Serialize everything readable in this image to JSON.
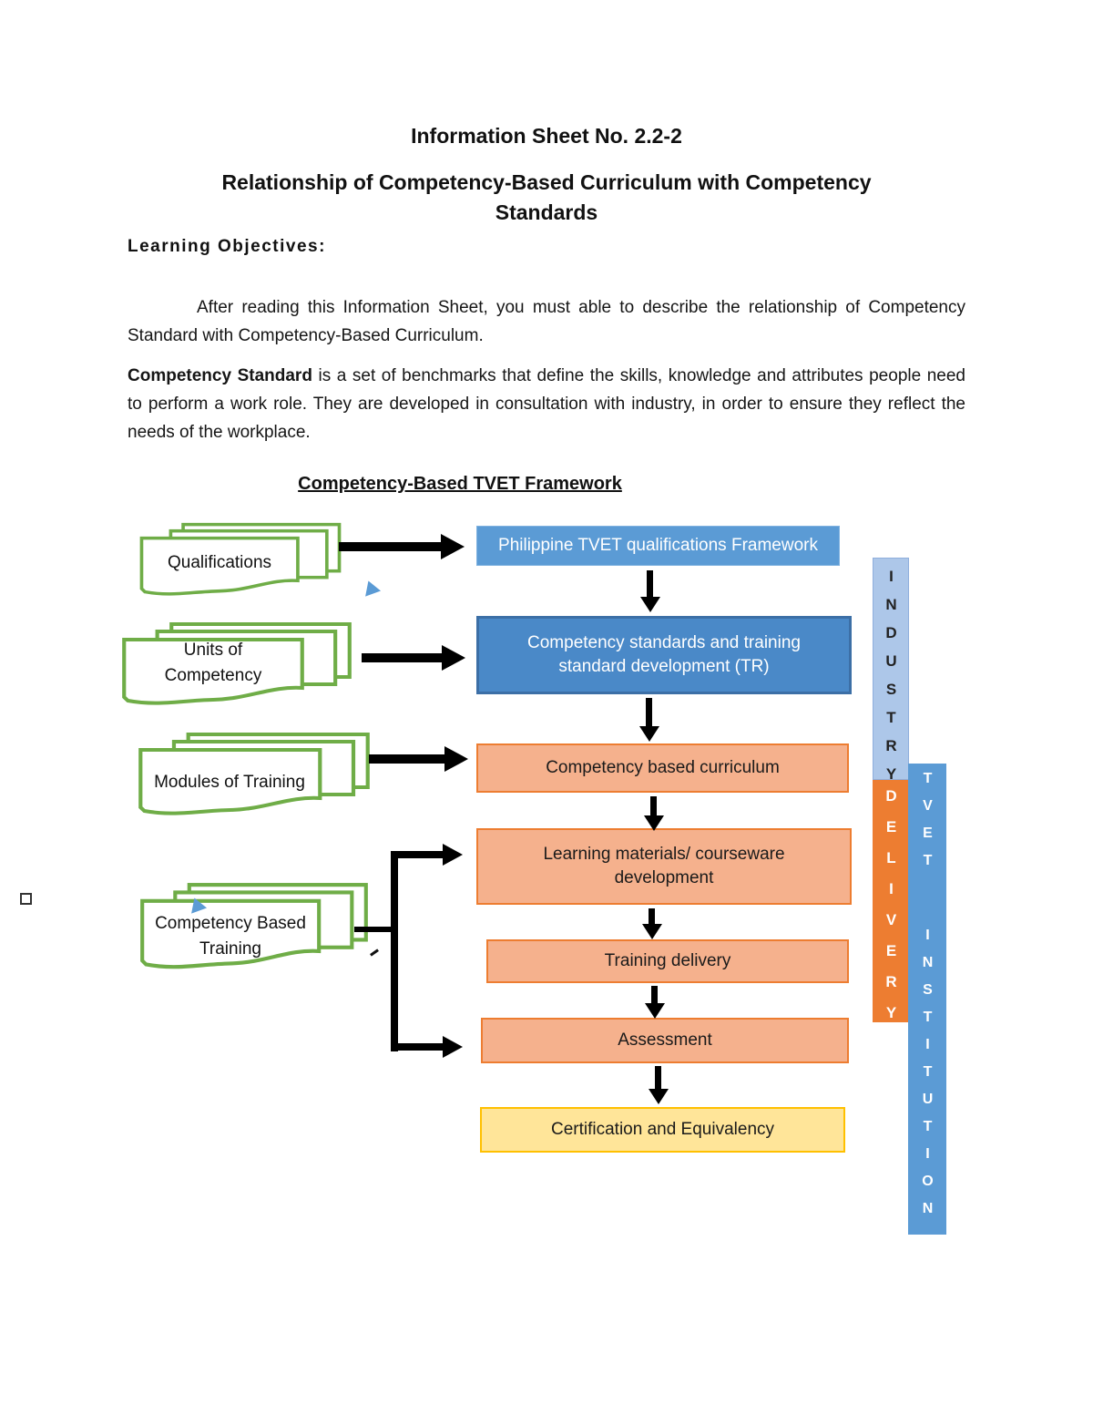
{
  "doc": {
    "title": "Information Sheet No. 2.2-2",
    "subtitle": "Relationship of Competency-Based Curriculum with Competency Standards",
    "learning_objectives_heading": "Learning Objectives:",
    "paragraph1": "After reading this Information Sheet, you must able to describe the relationship of Competency Standard with Competency-Based Curriculum.",
    "competency_standard_term": "Competency Standard",
    "competency_standard_rest": " is a set of benchmarks that define the skills, knowledge and attributes people need to perform a work role. They are developed in consultation with industry, in order to ensure they reflect the needs of the workplace."
  },
  "diagram": {
    "heading": "Competency-Based TVET Framework",
    "stacks": [
      {
        "label": "Qualifications"
      },
      {
        "label": "Units of Competency"
      },
      {
        "label": "Modules of Training"
      },
      {
        "label": "Competency Based Training"
      }
    ],
    "flow_boxes": [
      {
        "label": "Philippine TVET qualifications Framework"
      },
      {
        "label": "Competency standards and training standard development (TR)"
      },
      {
        "label": "Competency based curriculum"
      },
      {
        "label": "Learning materials/ courseware development"
      },
      {
        "label": "Training delivery"
      },
      {
        "label": "Assessment"
      },
      {
        "label": "Certification and Equivalency"
      }
    ],
    "bars": {
      "industry": {
        "label": "INDUSTRY"
      },
      "delivery": {
        "label": "DELIVERY"
      },
      "tvet": {
        "word1": "TVET",
        "word2": "INSTITUTION"
      }
    },
    "colors": {
      "accent_blue": "#5B9BD5",
      "dark_blue_fill": "#4A89C8",
      "dark_blue_border": "#3C6FA6",
      "industry_bar": "#ADC7E9",
      "orange": "#ED7D31",
      "salmon_fill": "#F5B18D",
      "gold_fill": "#FFE599",
      "gold_border": "#FFC000",
      "stack_green": "#6FAD47",
      "arrow_black": "#000000"
    }
  }
}
